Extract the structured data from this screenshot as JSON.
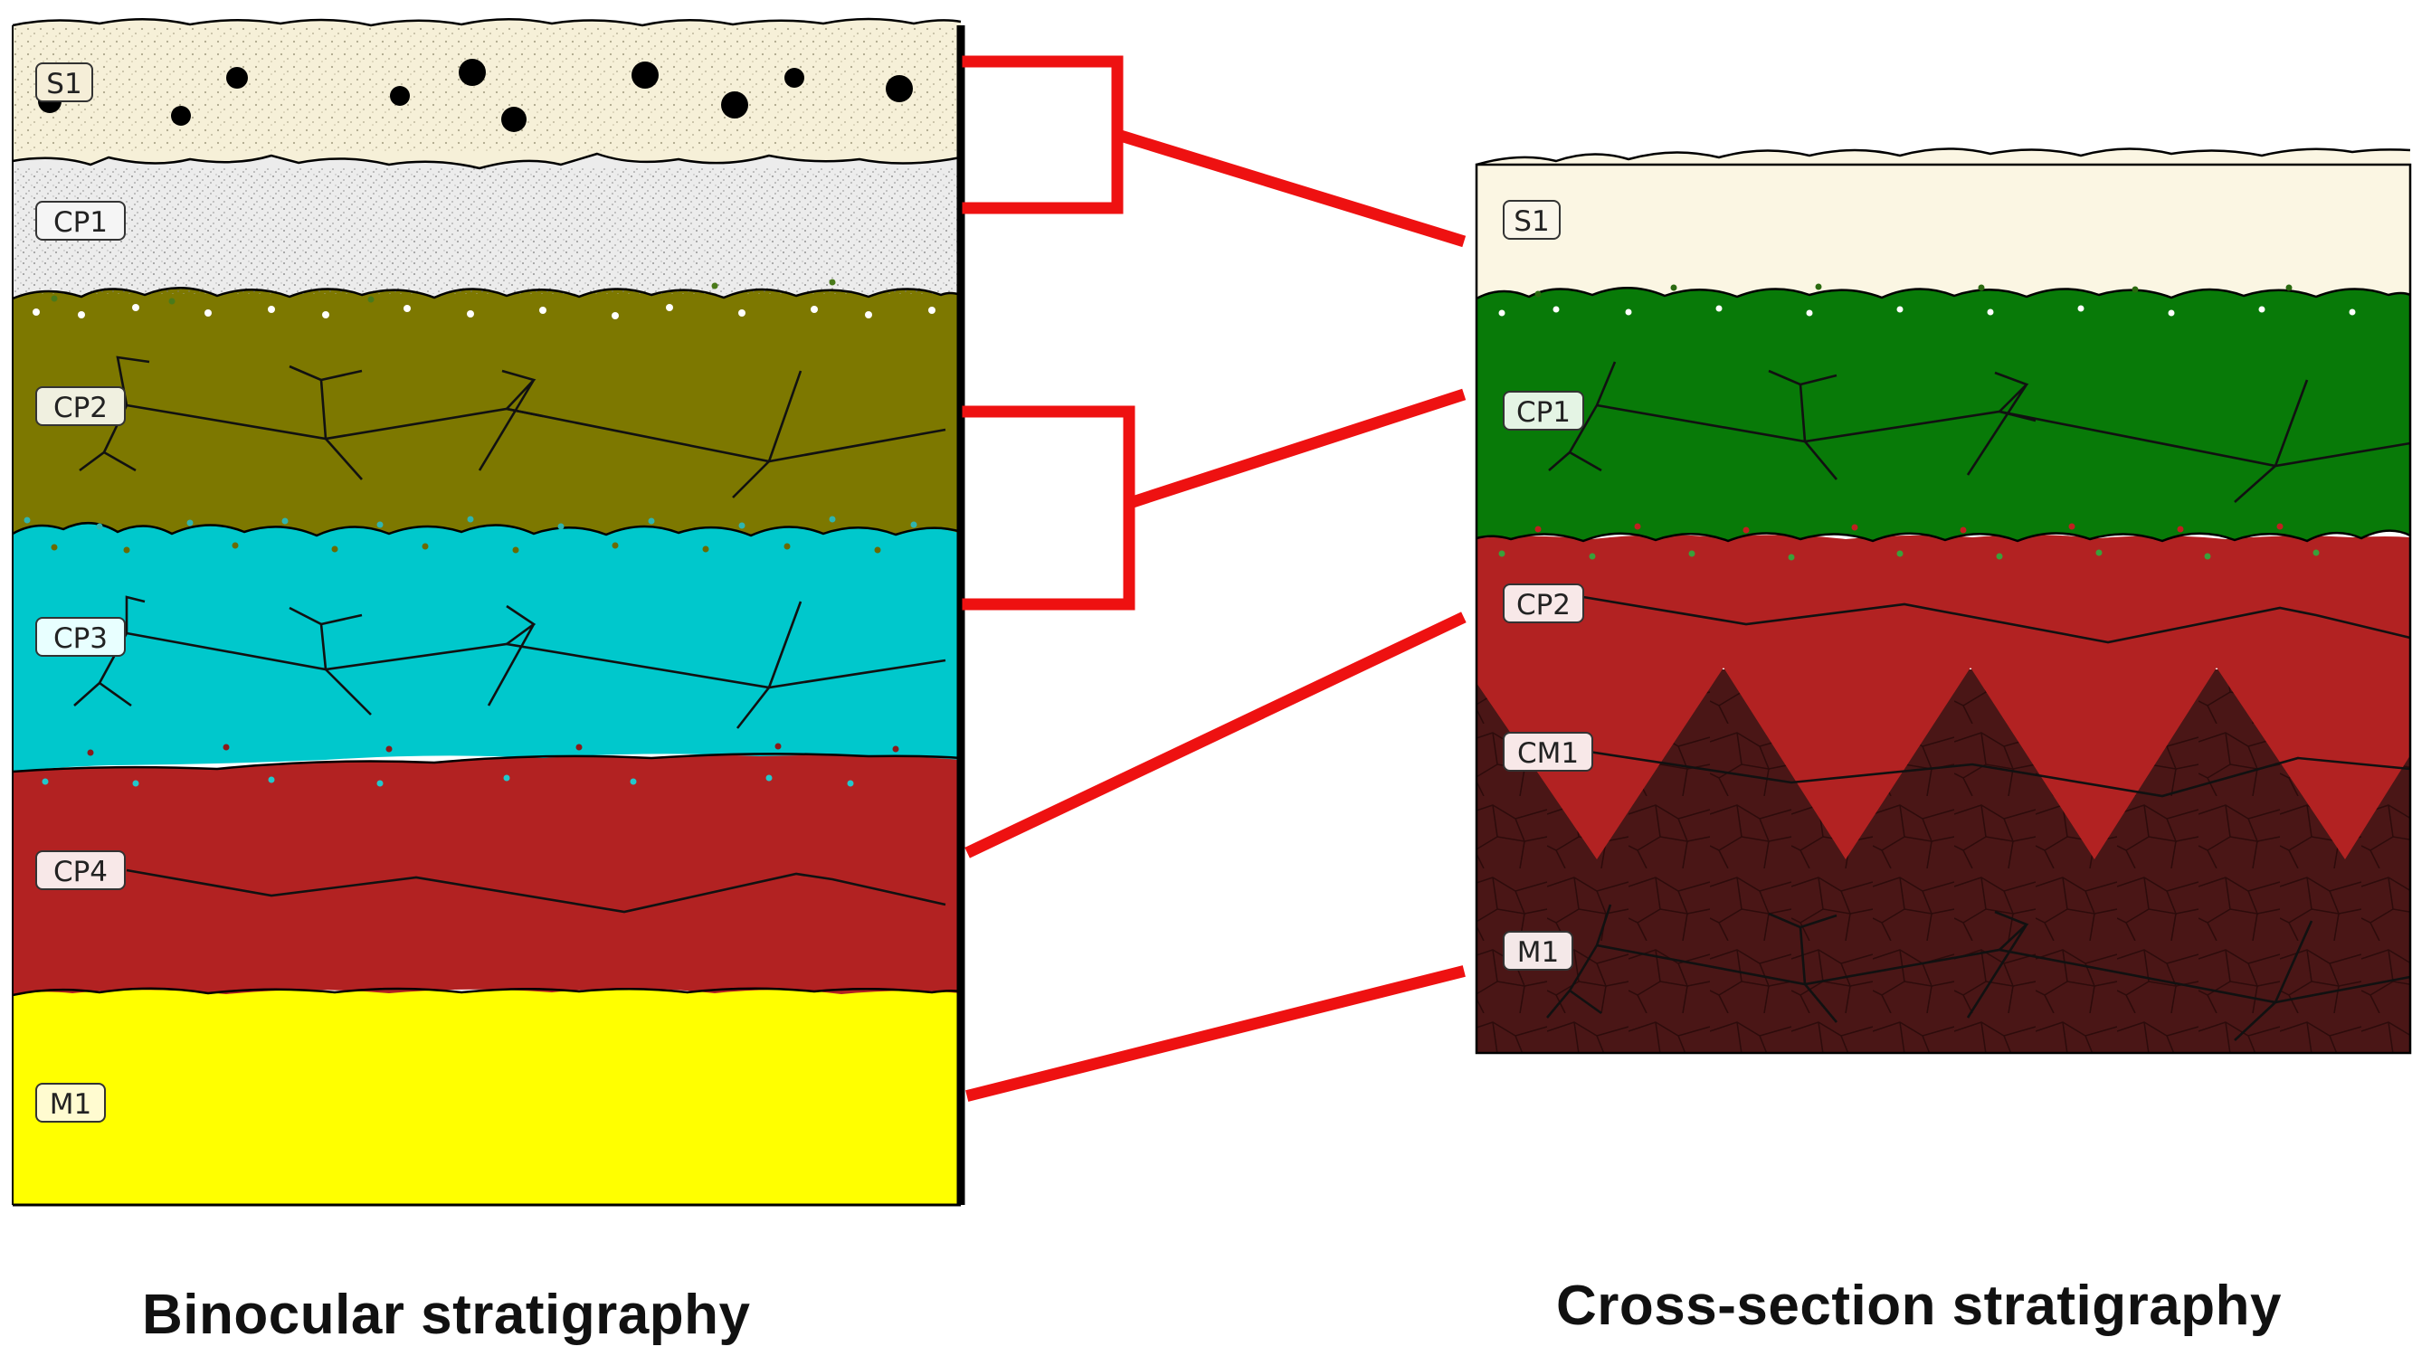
{
  "captions": {
    "left": "Binocular stratigraphy",
    "right": "Cross-section stratigraphy"
  },
  "binocular_layers": [
    {
      "label": "S1",
      "color": "#f6f0d8"
    },
    {
      "label": "CP1",
      "color": "#ececec"
    },
    {
      "label": "CP2",
      "color": "#7d7800"
    },
    {
      "label": "CP3",
      "color": "#00c8cc"
    },
    {
      "label": "CP4",
      "color": "#b22222"
    },
    {
      "label": "M1",
      "color": "#ffff00"
    }
  ],
  "cross_section_layers": [
    {
      "label": "S1",
      "color": "#fbf6e3"
    },
    {
      "label": "CP1",
      "color": "#087a08"
    },
    {
      "label": "CP2",
      "color": "#b22222"
    },
    {
      "label": "CM1",
      "color": "#b22222"
    },
    {
      "label": "M1",
      "color": "#4a1616"
    }
  ],
  "colors": {
    "connector": "#ee1111",
    "outline": "#000000"
  }
}
